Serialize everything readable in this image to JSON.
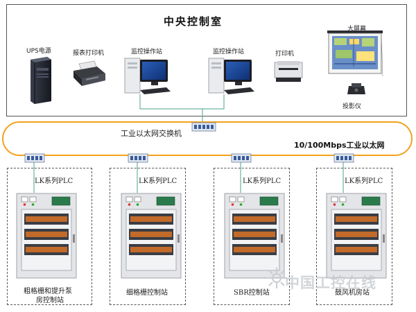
{
  "control_room": {
    "title": "中央控制室",
    "ups": "UPS电源",
    "report_printer": "报表打印机",
    "monitor_station_1": "监控操作站",
    "monitor_station_2": "监控操作站",
    "printer": "打印机",
    "big_screen": "大屏幕",
    "projector": "投影仪"
  },
  "network": {
    "switch_label": "工业以太网交换机",
    "ethernet_label": "10/100Mbps工业以太网"
  },
  "stations": [
    {
      "plc_label": "LK系列PLC",
      "name_line1": "粗格栅和提升泵",
      "name_line2": "房控制站"
    },
    {
      "plc_label": "LK系列PLC",
      "name_line1": "细格栅控制站",
      "name_line2": ""
    },
    {
      "plc_label": "LK系列PLC",
      "name_line1": "SBR控制站",
      "name_line2": ""
    },
    {
      "plc_label": "LK系列PLC",
      "name_line1": "鼓风机房站",
      "name_line2": ""
    }
  ],
  "watermark": "中国工控在线",
  "colors": {
    "ring": "#f2a21b",
    "link": "#4aa08e",
    "border": "#555555"
  }
}
